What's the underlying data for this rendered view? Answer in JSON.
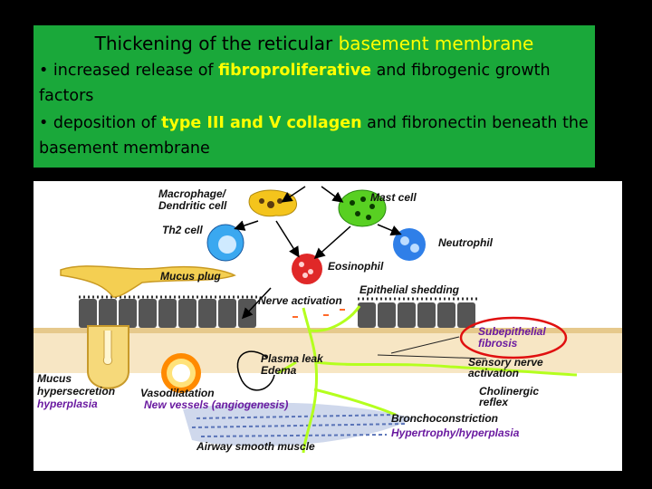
{
  "header": {
    "title_part1": "Thickening of the reticular ",
    "title_part2": "basement membrane",
    "bullet1_prefix": "• increased release of ",
    "bullet1_highlight": "fibroproliferative",
    "bullet1_suffix": " and fibrogenic growth factors",
    "bullet2_prefix": "• deposition of ",
    "bullet2_highlight": "type III and V collagen",
    "bullet2_suffix": " and fibronectin beneath the basement membrane"
  },
  "diagram": {
    "labels": {
      "macrophage": "Macrophage/",
      "dendritic": "Dendritic cell",
      "mast_cell": "Mast cell",
      "th2": "Th2 cell",
      "neutrophil": "Neutrophil",
      "mucus_plug": "Mucus plug",
      "eosinophil": "Eosinophil",
      "epithelial_shedding": "Epithelial shedding",
      "nerve_activation": "Nerve activation",
      "subepithelial_1": "Subepithelial",
      "subepithelial_2": "fibrosis",
      "plasma_leak": "Plasma leak",
      "edema": "Edema",
      "sensory_1": "Sensory nerve",
      "sensory_2": "activation",
      "mucus_1": "Mucus",
      "mucus_2": "hypersecretion",
      "hyperplasia": "hyperplasia",
      "vasodilatation": "Vasodilatation",
      "new_vessels": "New vessels (angiogenesis)",
      "cholinergic_1": "Cholinergic",
      "cholinergic_2": "reflex",
      "bronchoconstriction": "Bronchoconstriction",
      "hypertrophy": "Hypertrophy/hyperplasia",
      "airway_muscle": "Airway smooth muscle"
    },
    "colors": {
      "header_bg": "#1aa83a",
      "highlight": "#ffff00",
      "nerve": "#b4ff1e",
      "purple_text": "#6a1aa0",
      "fibrosis_circle": "#e01010"
    }
  }
}
